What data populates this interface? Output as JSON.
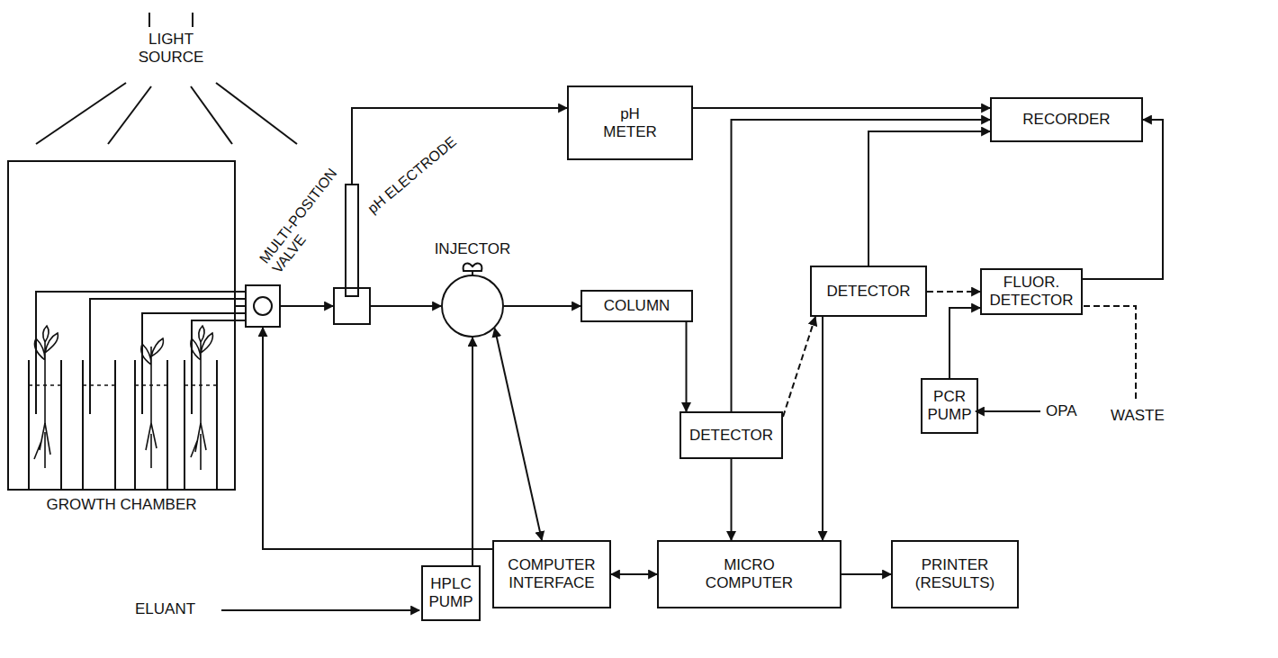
{
  "diagram": {
    "nodes": [
      {
        "text": [
          "GROWTH CHAMBER"
        ]
      },
      {
        "text": [
          "MULTI-POSITION VALVE"
        ]
      },
      {
        "text": [
          "pH ELECTRODE"
        ]
      },
      {
        "text": [
          "INJECTOR"
        ]
      },
      {
        "text": [
          "pH METER"
        ]
      },
      {
        "text": [
          "COLUMN"
        ]
      },
      {
        "text": [
          "DETECTOR"
        ]
      },
      {
        "text": [
          "DETECTOR"
        ]
      },
      {
        "text": [
          "RECORDER"
        ]
      },
      {
        "text": [
          "FLUOR. DETECTOR"
        ]
      },
      {
        "text": [
          "PCR PUMP"
        ]
      },
      {
        "text": [
          "HPLC PUMP"
        ]
      },
      {
        "text": [
          "COMPUTER INTERFACE"
        ]
      },
      {
        "text": [
          "MICRO COMPUTER"
        ]
      },
      {
        "text": [
          "PRINTER (RESULTS)"
        ]
      }
    ],
    "edges": [
      {
        "from": 0,
        "to": 1,
        "arrow": "none"
      },
      {
        "from": 1,
        "to": 2,
        "arrow": "to"
      },
      {
        "from": 2,
        "to": 3,
        "arrow": "to"
      },
      {
        "from": 2,
        "to": 4,
        "arrow": "to"
      },
      {
        "from": 3,
        "to": 5,
        "arrow": "to"
      },
      {
        "from": 5,
        "to": 6,
        "arrow": "to"
      },
      {
        "from": 6,
        "to": 7,
        "arrow": "to"
      },
      {
        "from": 6,
        "to": 8,
        "arrow": "to"
      },
      {
        "from": 6,
        "to": 13,
        "arrow": "to"
      },
      {
        "from": 7,
        "to": 9,
        "arrow": "to"
      },
      {
        "from": 7,
        "to": 8,
        "arrow": "to"
      },
      {
        "from": 7,
        "to": 13,
        "arrow": "to"
      },
      {
        "from": 4,
        "to": 8,
        "arrow": "to"
      },
      {
        "from": 9,
        "to": 8,
        "arrow": "to"
      },
      {
        "from": 10,
        "to": 9,
        "arrow": "to"
      },
      {
        "from": 12,
        "to": 3,
        "arrow": "both"
      },
      {
        "from": 12,
        "to": 1,
        "arrow": "to"
      },
      {
        "from": 11,
        "to": 3,
        "arrow": "to"
      },
      {
        "from": 12,
        "to": 13,
        "arrow": "both"
      },
      {
        "from": 13,
        "to": 14,
        "arrow": "to"
      }
    ],
    "labels": [
      "LIGHT SOURCE",
      "ELUANT",
      "OPA",
      "WASTE"
    ]
  }
}
